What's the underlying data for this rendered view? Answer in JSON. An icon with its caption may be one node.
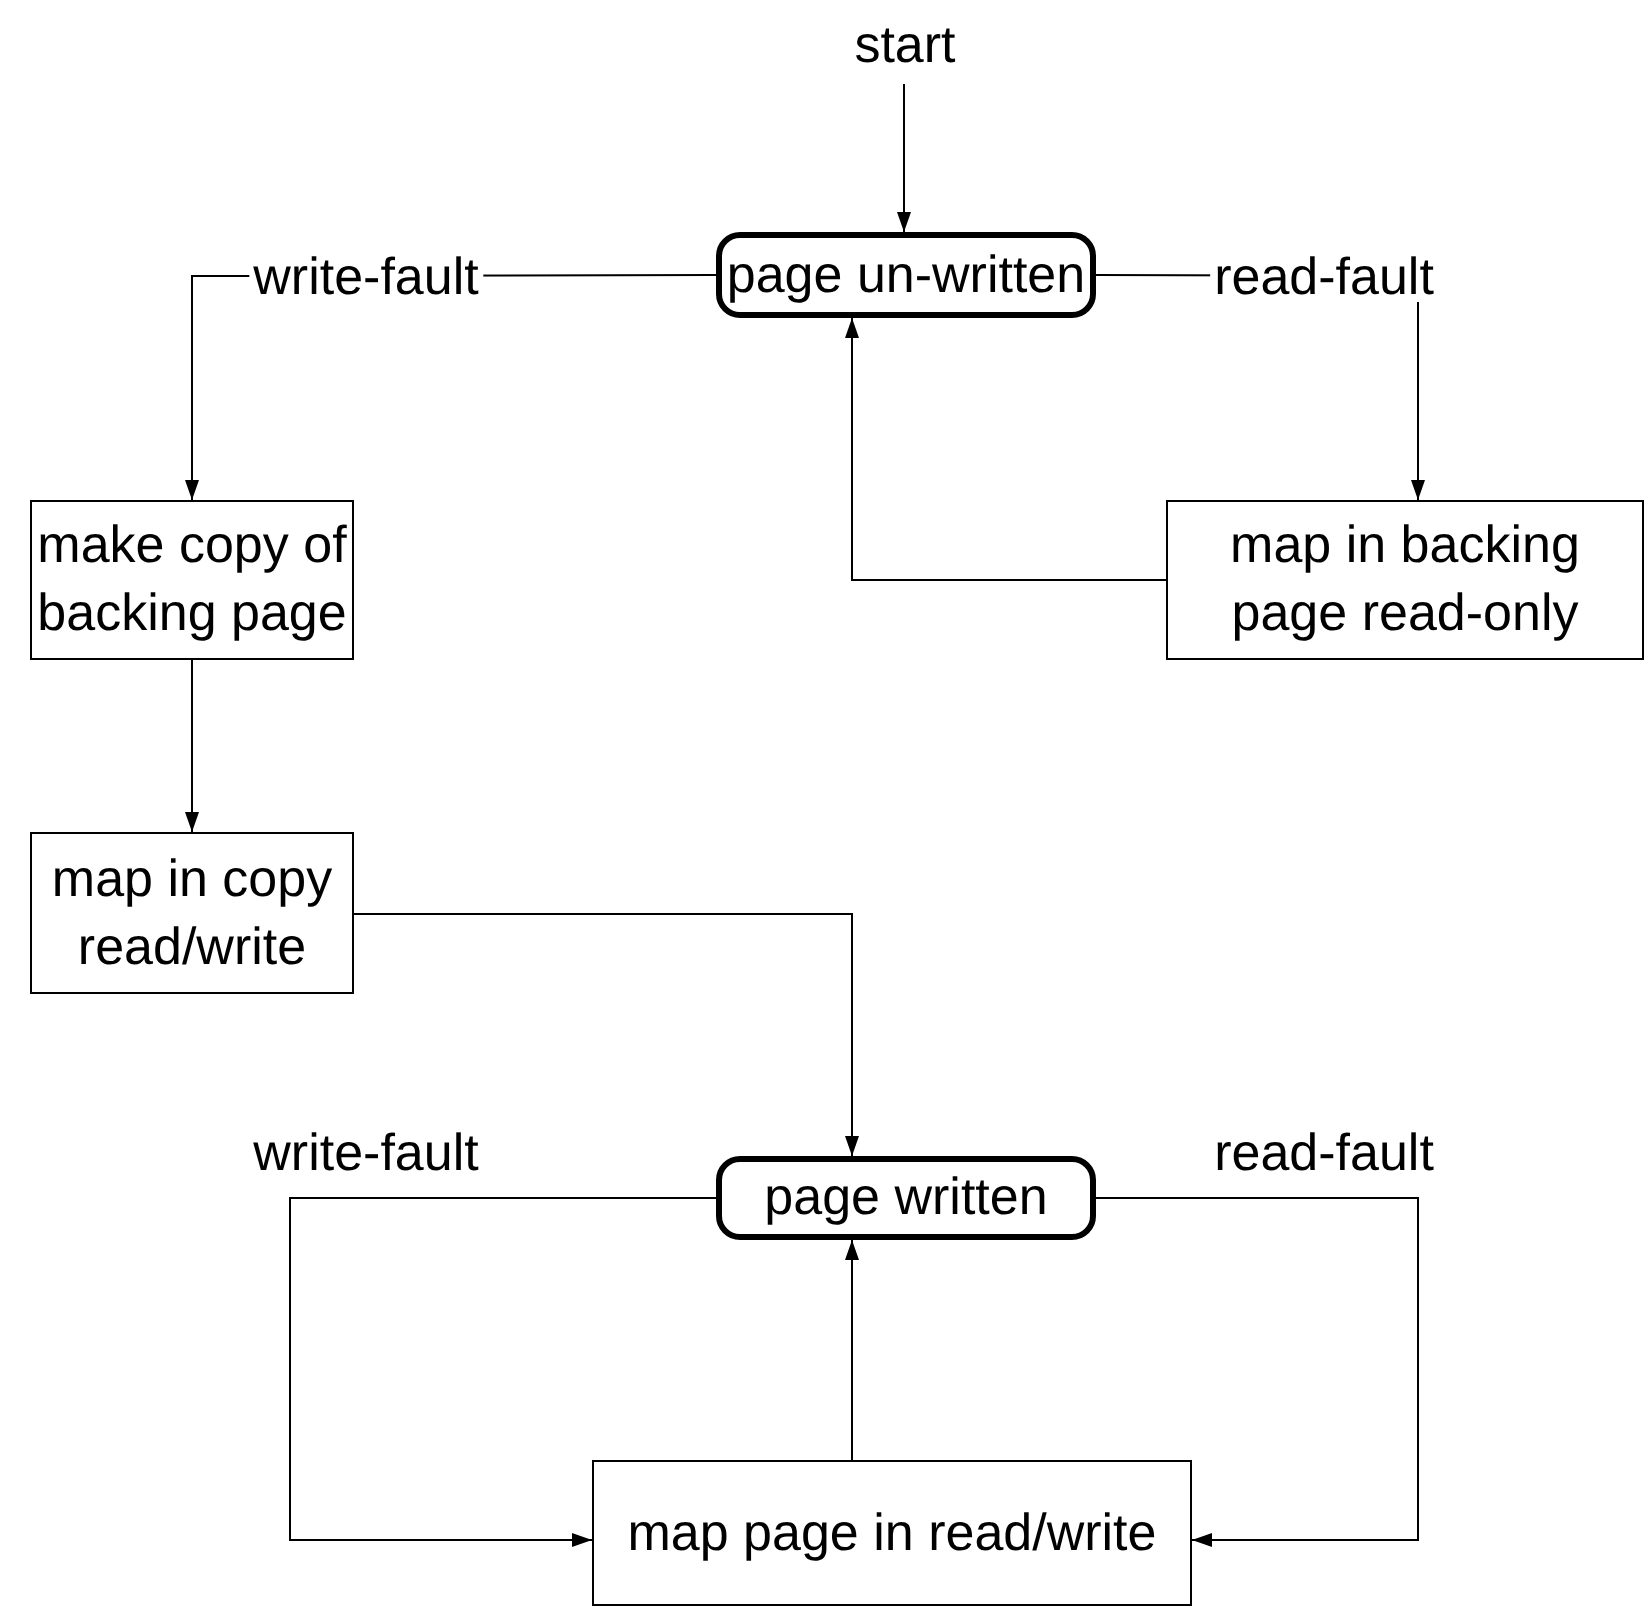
{
  "diagram": {
    "nodes": [
      {
        "text": [
          "start"
        ]
      },
      {
        "text": [
          "page un-written"
        ]
      },
      {
        "text": [
          "make copy of backing page"
        ]
      },
      {
        "text": [
          "map in backing page read-only"
        ]
      },
      {
        "text": [
          "map in copy read/write"
        ]
      },
      {
        "text": [
          "page written"
        ]
      },
      {
        "text": [
          "map page in read/write"
        ]
      }
    ],
    "edges": [
      {
        "from": 0,
        "to": 1,
        "arrow": "to"
      },
      {
        "from": 1,
        "to": 2,
        "arrow": "to",
        "label": "write-fault"
      },
      {
        "from": 1,
        "to": 3,
        "arrow": "to",
        "label": "read-fault"
      },
      {
        "from": 3,
        "to": 1,
        "arrow": "to"
      },
      {
        "from": 2,
        "to": 4,
        "arrow": "to"
      },
      {
        "from": 4,
        "to": 5,
        "arrow": "to"
      },
      {
        "from": 5,
        "to": 6,
        "arrow": "to",
        "label": "write-fault"
      },
      {
        "from": 5,
        "to": 6,
        "arrow": "to",
        "label": "read-fault"
      },
      {
        "from": 6,
        "to": 5,
        "arrow": "to"
      }
    ]
  }
}
